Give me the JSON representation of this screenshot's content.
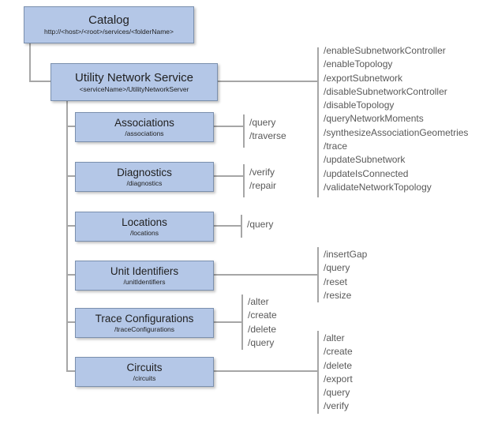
{
  "colors": {
    "box_fill": "#b4c7e7",
    "box_border": "#7b90ae",
    "connector": "#a6a6a6",
    "operation_text": "#595959",
    "title_text": "#1f1f1f"
  },
  "catalog": {
    "title": "Catalog",
    "subtitle": "http://<host>/<root>/services/<folderName>"
  },
  "service": {
    "title": "Utility Network Service",
    "subtitle": "<serviceName>/UtilityNetworkServer",
    "operations": [
      "/enableSubnetworkController",
      "/enableTopology",
      "/exportSubnetwork",
      "/disableSubnetworkController",
      "/disableTopology",
      "/queryNetworkMoments",
      "/synthesizeAssociationGeometries",
      "/trace",
      "/updateSubnetwork",
      "/updateIsConnected",
      "/validateNetworkTopology"
    ]
  },
  "resources": [
    {
      "title": "Associations",
      "subtitle": "/associations",
      "operations": [
        "/query",
        "/traverse"
      ]
    },
    {
      "title": "Diagnostics",
      "subtitle": "/diagnostics",
      "operations": [
        "/verify",
        "/repair"
      ]
    },
    {
      "title": "Locations",
      "subtitle": "/locations",
      "operations": [
        "/query"
      ]
    },
    {
      "title": "Unit Identifiers",
      "subtitle": "/unitIdentifiers",
      "operations": [
        "/insertGap",
        "/query",
        "/reset",
        "/resize"
      ]
    },
    {
      "title": "Trace Configurations",
      "subtitle": "/traceConfigurations",
      "operations": [
        "/alter",
        "/create",
        "/delete",
        "/query"
      ]
    },
    {
      "title": "Circuits",
      "subtitle": "/circuits",
      "operations": [
        "/alter",
        "/create",
        "/delete",
        "/export",
        "/query",
        "/verify"
      ]
    }
  ]
}
